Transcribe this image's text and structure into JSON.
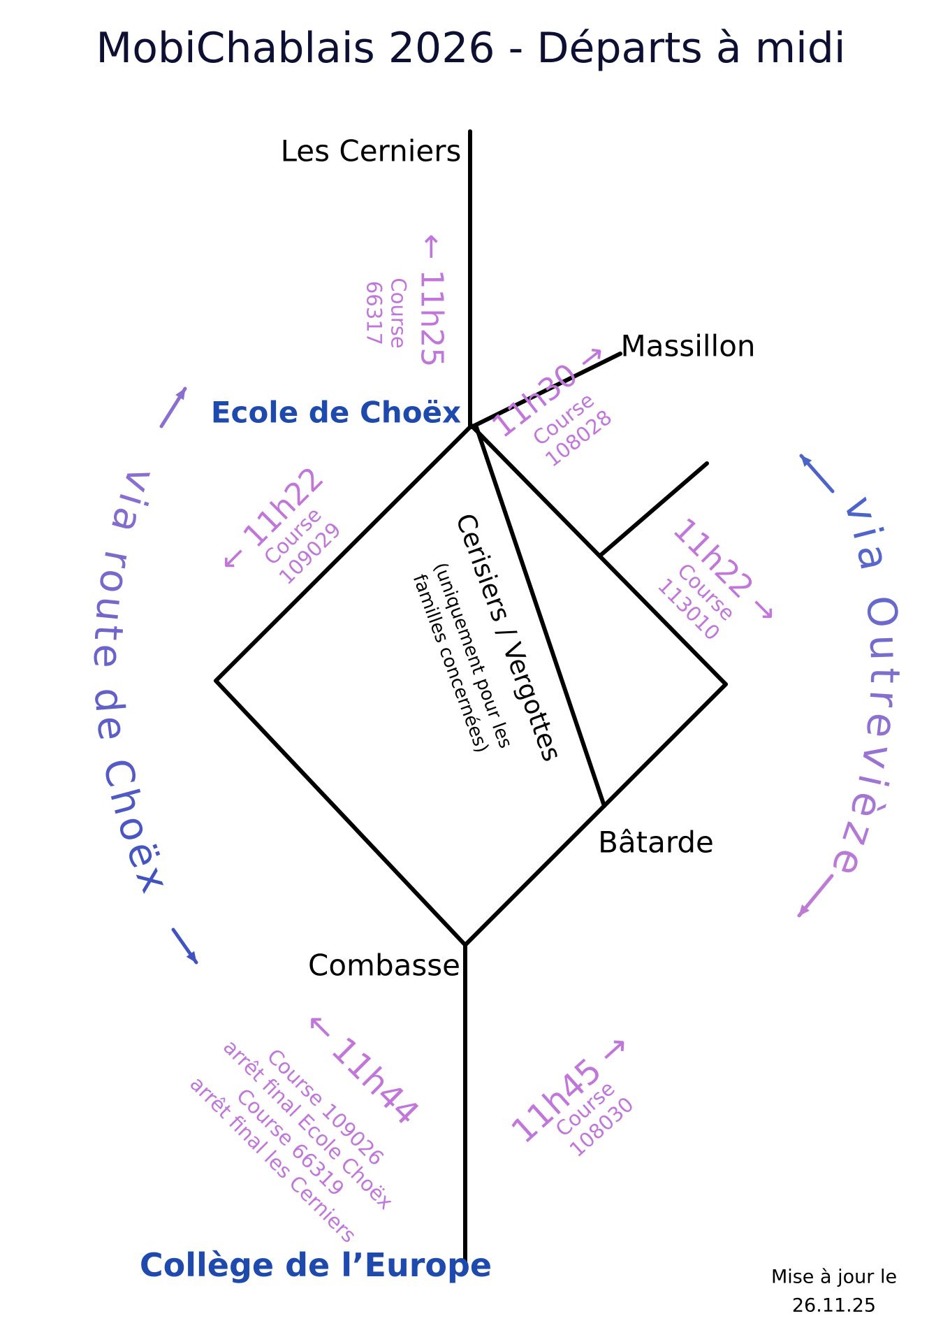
{
  "title": "MobiChablais 2026 - Départs à midi",
  "stops": {
    "les_cerniers": "Les Cerniers",
    "massillon": "Massillon",
    "batarde": "Bâtarde",
    "combasse": "Combasse"
  },
  "schools": {
    "ecole_de_choex": "Ecole de Choëx",
    "college_europe": "Collège de l’Europe"
  },
  "center_route": {
    "label": "Cerisiers / Vergottes",
    "note_lines": [
      "(uniquement pour les",
      "familles concernées)"
    ]
  },
  "departures": {
    "to_les_cerniers": {
      "time": "11h25",
      "arrow": "←",
      "course_lines": [
        "Course",
        "66317"
      ]
    },
    "to_massillon": {
      "time": "11h30",
      "arrow": "→",
      "course_lines": [
        "Course",
        "108028"
      ]
    },
    "via_route_de_choex": {
      "time": "11h22",
      "arrow": "←",
      "course_lines": [
        "Course",
        "109029"
      ]
    },
    "via_outrevieze": {
      "time": "11h22",
      "arrow": "→",
      "course_lines": [
        "Course",
        "113010"
      ]
    },
    "to_college_11h44": {
      "time": "11h44",
      "arrow": "←",
      "course_lines": [
        "Course 109026",
        "arrêt final Ecole Choëx",
        "Course 66319",
        "arrêt final les Cerniers"
      ]
    },
    "to_college_11h45": {
      "time": "11h45",
      "arrow": "→",
      "course_lines": [
        "Course",
        "108030"
      ]
    }
  },
  "via_routes": {
    "left": {
      "label": "via route de Choëx",
      "color_top": "#8a6fd0",
      "color_bottom": "#4053c0"
    },
    "right": {
      "label": "via Outrevièze",
      "color_top": "#4c63c8",
      "color_bottom": "#bd7bd6"
    }
  },
  "footer": {
    "line1": "Mise à jour le",
    "line2": "26.11.25"
  },
  "colors": {
    "annotation_purple": "#c077d9",
    "school_blue": "#1e4aae",
    "route_line": "#000000",
    "title_text": "#0d1033"
  }
}
